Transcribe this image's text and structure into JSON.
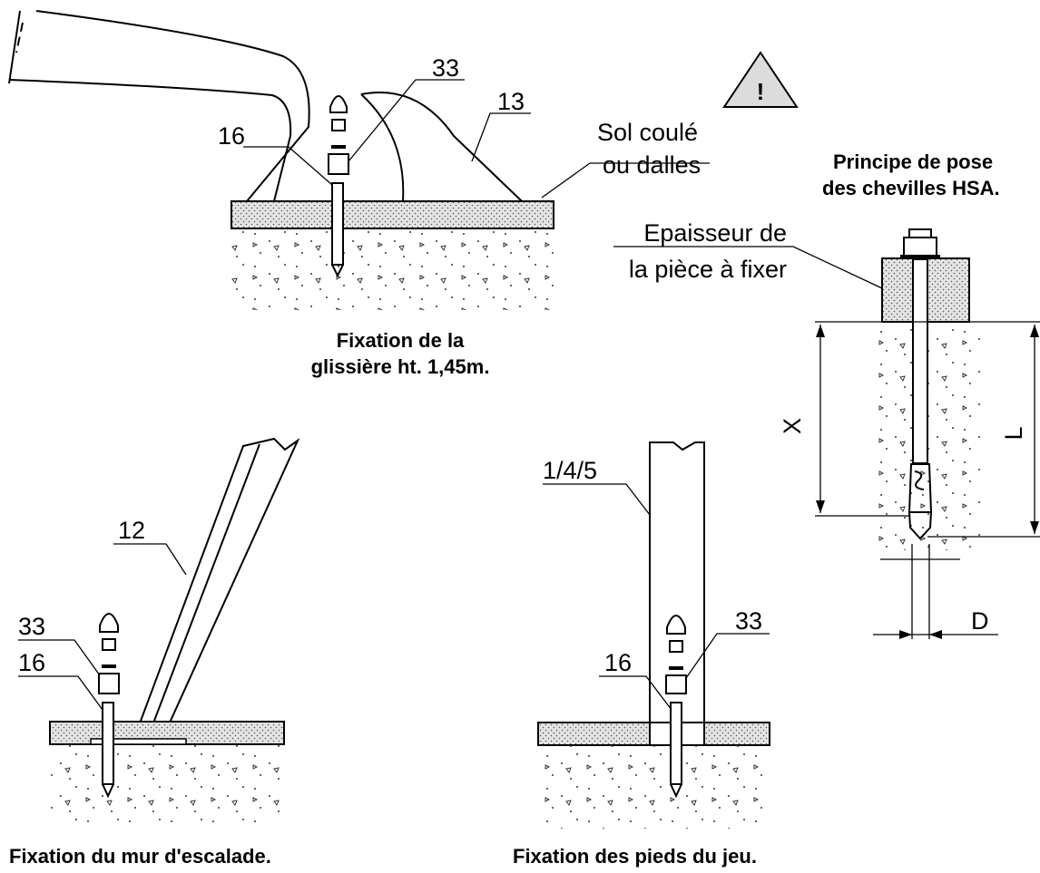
{
  "warning_symbol": "!",
  "top_drawing": {
    "labels": {
      "part_16": "16",
      "part_33": "33",
      "part_13": "13",
      "floor_line1": "Sol coulé",
      "floor_line2": "ou dalles"
    },
    "caption_line1": "Fixation de la",
    "caption_line2": "glissière ht. 1,45m."
  },
  "anchor_principle": {
    "title_line1": "Principe de pose",
    "title_line2": "des chevilles HSA.",
    "thickness_line1": "Epaisseur de",
    "thickness_line2": "la pièce à fixer",
    "dim_x": "X",
    "dim_l": "L",
    "dim_d": "D"
  },
  "climbing_wall": {
    "labels": {
      "part_12": "12",
      "part_33": "33",
      "part_16": "16"
    },
    "caption": "Fixation du mur d'escalade."
  },
  "game_feet": {
    "labels": {
      "part_145": "1/4/5",
      "part_33": "33",
      "part_16": "16"
    },
    "caption": "Fixation des pieds du jeu."
  }
}
